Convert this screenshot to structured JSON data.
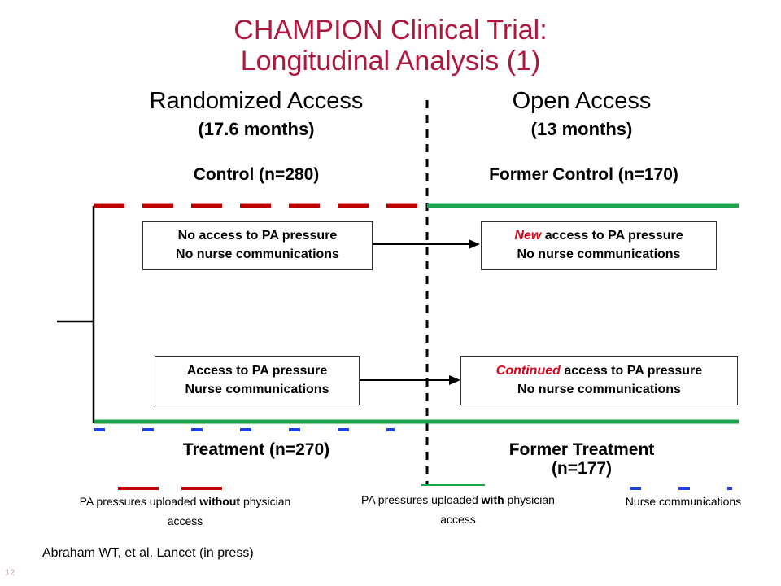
{
  "title": {
    "line1": "CHAMPION Clinical Trial:",
    "line2": "Longitudinal Analysis (1)"
  },
  "phases": {
    "randomized": {
      "label": "Randomized Access",
      "duration": "(17.6 months)"
    },
    "open": {
      "label": "Open Access",
      "duration": "(13 months)"
    }
  },
  "groups": {
    "control": "Control (n=280)",
    "former_control": "Former Control (n=170)",
    "treatment": "Treatment (n=270)",
    "former_treatment_line1": "Former Treatment",
    "former_treatment_line2": "(n=177)"
  },
  "boxes": {
    "control": {
      "line1": "No access to PA pressure",
      "line2": "No nurse communications"
    },
    "former_control": {
      "emph": "New",
      "line1_rest": " access to PA pressure",
      "line2": "No nurse communications"
    },
    "treatment": {
      "line1": "Access to PA pressure",
      "line2": "Nurse communications"
    },
    "former_treatment": {
      "emph": "Continued",
      "line1_rest": " access to PA pressure",
      "line2": "No nurse communications"
    }
  },
  "legend": {
    "without_pre": "PA pressures uploaded ",
    "without_bold": "without",
    "without_post": " physician",
    "without_line2": "access",
    "with_pre": "PA pressures uploaded ",
    "with_bold": "with",
    "with_post": " physician",
    "with_line2": "access",
    "nurse": "Nurse communications"
  },
  "citation": "Abraham WT, et al. Lancet (in press)",
  "slide_number": "12",
  "colors": {
    "title": "#b0173d",
    "no_physician_access": "#c00000",
    "physician_access": "#1aa64a",
    "nurse_communications": "#1f3fe0",
    "emphasis": "#e0001a"
  }
}
